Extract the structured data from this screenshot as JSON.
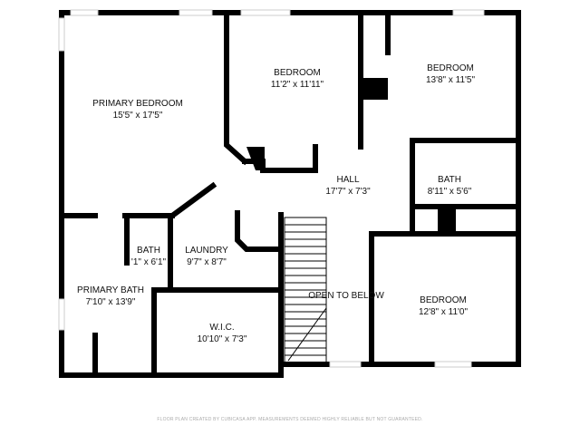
{
  "rooms": [
    {
      "name": "PRIMARY BEDROOM",
      "size": "15'5\" x 17'5\""
    },
    {
      "name": "BEDROOM",
      "size": "11'2\" x 11'11\""
    },
    {
      "name": "BEDROOM",
      "size": "13'8\" x 11'5\""
    },
    {
      "name": "HALL",
      "size": "17'7\" x 7'3\""
    },
    {
      "name": "BATH",
      "size": "8'11\" x 5'6\""
    },
    {
      "name": "BATH",
      "size": "'1\" x 6'1\""
    },
    {
      "name": "LAUNDRY",
      "size": "9'7\" x 8'7\""
    },
    {
      "name": "PRIMARY BATH",
      "size": "7'10\" x 13'9\""
    },
    {
      "name": "W.I.C.",
      "size": "10'10\" x 7'3\""
    },
    {
      "name": "OPEN TO BELOW",
      "size": ""
    },
    {
      "name": "BEDROOM",
      "size": "12'8\" x 11'0\""
    }
  ],
  "footer": "FLOOR PLAN CREATED BY CUBICASA APP. MEASUREMENTS DEEMED HIGHLY RELIABLE BUT NOT GUARANTEED."
}
